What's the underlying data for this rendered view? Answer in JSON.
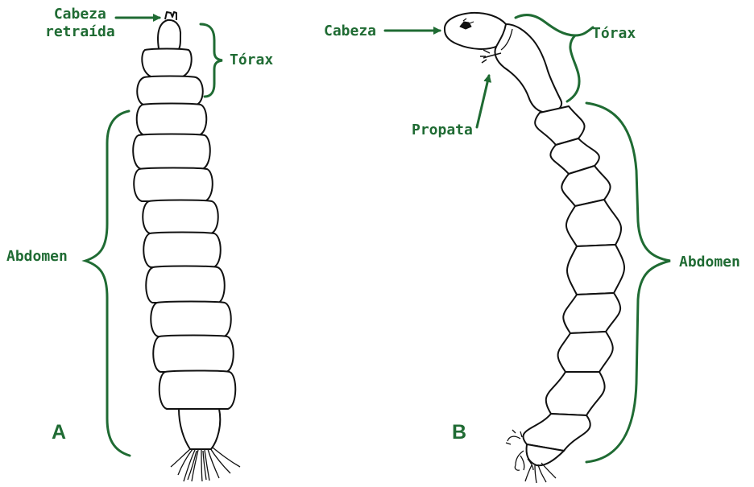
{
  "colors": {
    "accent": "#1f6b33",
    "ink": "#111111",
    "background": "#ffffff"
  },
  "panel_a": {
    "letter": "A",
    "label_head_line1": "Cabeza",
    "label_head_line2": "retraída",
    "label_thorax": "Tórax",
    "label_abdomen": "Abdomen"
  },
  "panel_b": {
    "letter": "B",
    "label_head": "Cabeza",
    "label_thorax": "Tórax",
    "label_proleg": "Propata",
    "label_abdomen": "Abdomen"
  }
}
